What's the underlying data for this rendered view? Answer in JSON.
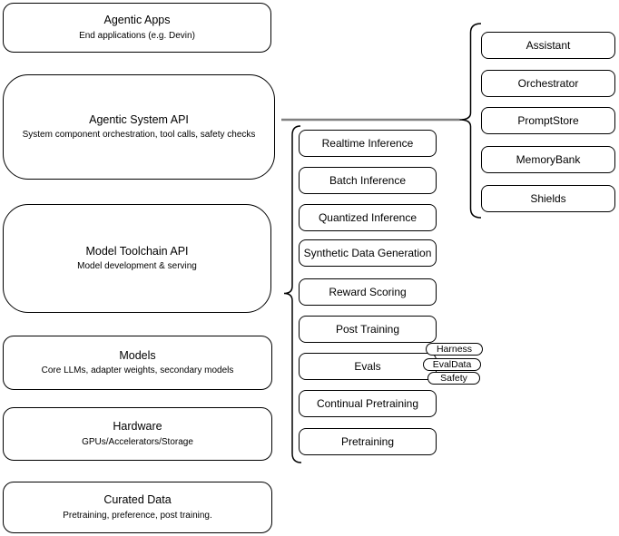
{
  "diagram": {
    "stack": [
      {
        "title": "Agentic Apps",
        "subtitle": "End applications (e.g. Devin)"
      },
      {
        "title": "Agentic System API",
        "subtitle": "System component orchestration, tool calls, safety checks"
      },
      {
        "title": "Model Toolchain API",
        "subtitle": "Model development & serving"
      },
      {
        "title": "Models",
        "subtitle": "Core LLMs, adapter weights, secondary models"
      },
      {
        "title": "Hardware",
        "subtitle": "GPUs/Accelerators/Storage"
      },
      {
        "title": "Curated Data",
        "subtitle": "Pretraining, preference, post training."
      }
    ],
    "toolchain_items": [
      "Realtime Inference",
      "Batch Inference",
      "Quantized Inference",
      "Synthetic Data Generation",
      "Reward Scoring",
      "Post Training",
      "Evals",
      "Continual Pretraining",
      "Pretraining"
    ],
    "eval_tags": [
      "Harness",
      "EvalData",
      "Safety"
    ],
    "system_components": [
      "Assistant",
      "Orchestrator",
      "PromptStore",
      "MemoryBank",
      "Shields"
    ],
    "colors": {
      "node_border": "#000000",
      "connector_line": "#808080",
      "background": "#ffffff"
    }
  }
}
